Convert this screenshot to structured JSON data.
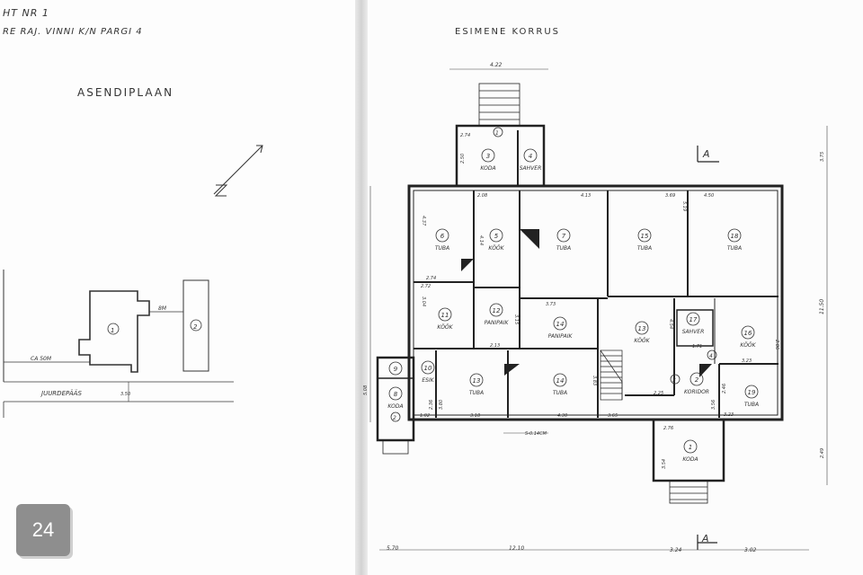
{
  "left_page": {
    "header_line1": "HT NR 1",
    "header_line2": "RE RAJ. VINNI K/N PARGI 4",
    "title": "ASENDIPLAAN",
    "building_1": "1",
    "building_2": "2",
    "distance_between": "8M",
    "distance_road": "CA 50M",
    "road_label": "JUURDEPÄÄS",
    "dim_small": "3.50"
  },
  "right_page": {
    "title": "ESIMENE KORRUS",
    "section_marker": "A",
    "rooms": [
      {
        "num": "1",
        "name": "KODA"
      },
      {
        "num": "2",
        "name": "KORIDOR"
      },
      {
        "num": "3",
        "name": "KODA"
      },
      {
        "num": "4",
        "name": "SAHVER"
      },
      {
        "num": "5",
        "name": "KÖÖK"
      },
      {
        "num": "6",
        "name": "TUBA"
      },
      {
        "num": "7",
        "name": "TUBA"
      },
      {
        "num": "8",
        "name": "KODA"
      },
      {
        "num": "9",
        "name": ""
      },
      {
        "num": "10",
        "name": "ESIK"
      },
      {
        "num": "11",
        "name": "KÖÖK"
      },
      {
        "num": "12",
        "name": "PANIPAIK"
      },
      {
        "num": "13",
        "name": "TUBA"
      },
      {
        "num": "14",
        "name": "TUBA"
      },
      {
        "num": "13",
        "name": "KÖÖK"
      },
      {
        "num": "14",
        "name": "PANIPAIK"
      },
      {
        "num": "15",
        "name": "TUBA"
      },
      {
        "num": "16",
        "name": "KÖÖK"
      },
      {
        "num": "17",
        "name": "SAHVER"
      },
      {
        "num": "18",
        "name": "TUBA"
      },
      {
        "num": "19",
        "name": "TUBA"
      }
    ],
    "door_markers": [
      "1",
      "2",
      "3",
      "4"
    ],
    "dims": {
      "top": "4.22",
      "d1": "2.74",
      "d2": "2.50",
      "d3": "2.08",
      "d4": "4.13",
      "d5": "3.69",
      "d6": "4.50",
      "d7": "4.37",
      "d8": "4.14",
      "d9": "5.19",
      "d10": "2.74",
      "d11": "2.72",
      "d12": "3.04",
      "d13": "3.73",
      "d14": "3.15",
      "d15": "2.13",
      "d16": "4.54",
      "d17": "1.71",
      "d18": "2.86",
      "d19": "3.23",
      "d20": "2.46",
      "d21": "3.56",
      "d22": "2.25",
      "d23": "3.65",
      "d24": "3.18",
      "d25": "4.30",
      "d26": "1.02",
      "d27": "2.36",
      "d28": "3.80",
      "d29": "2.76",
      "d30": "3.54",
      "d31": "3.23",
      "d32": "3.83",
      "total_height": "11.50",
      "right_top": "3.75",
      "right_bottom": "2.49",
      "left_side": "5.08",
      "wall_note": "S-0.14CM",
      "bottom_left": "5.70",
      "bottom_main": "12.10",
      "bottom_mid": "3.24",
      "bottom_right": "3.02"
    }
  },
  "page_number": "24"
}
